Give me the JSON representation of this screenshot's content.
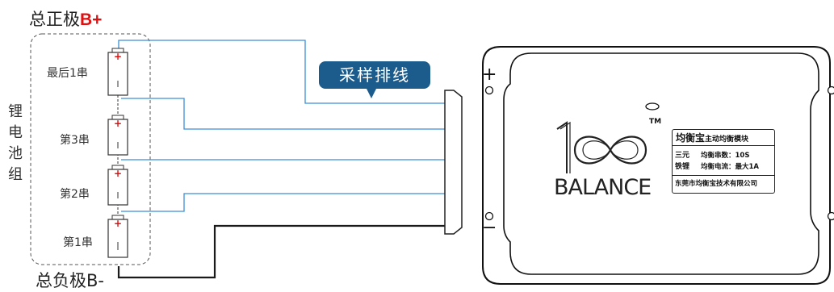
{
  "labels": {
    "positive_total_text": "总正极",
    "positive_total_mark": "B+",
    "negative_total": "总负极B-",
    "battery_pack": "锂电池组",
    "cell_last": "最后1串",
    "cell_3": "第3串",
    "cell_2": "第2串",
    "cell_1": "第1串",
    "sampling_harness": "采样排线"
  },
  "device": {
    "brand_logo_text": "BALANCE",
    "trademark": "TM",
    "plus_sign": "+",
    "minus_sign": "−",
    "plate": {
      "product": "均衡宝",
      "subtitle": "主动均衡模块",
      "chem_line1": "三元",
      "chem_line2": "铁锂",
      "spec1": "均衡串数：10S",
      "spec2": "均衡电流：最大1A",
      "company": "东莞市均衡宝技术有限公司"
    }
  },
  "cells": {
    "plus_mark": "+"
  },
  "colors": {
    "sense_wire": "#3a8fd6",
    "main_wire": "#1a1a1a",
    "accent_red": "#e01010",
    "tag_bg": "#1c5c8c"
  }
}
